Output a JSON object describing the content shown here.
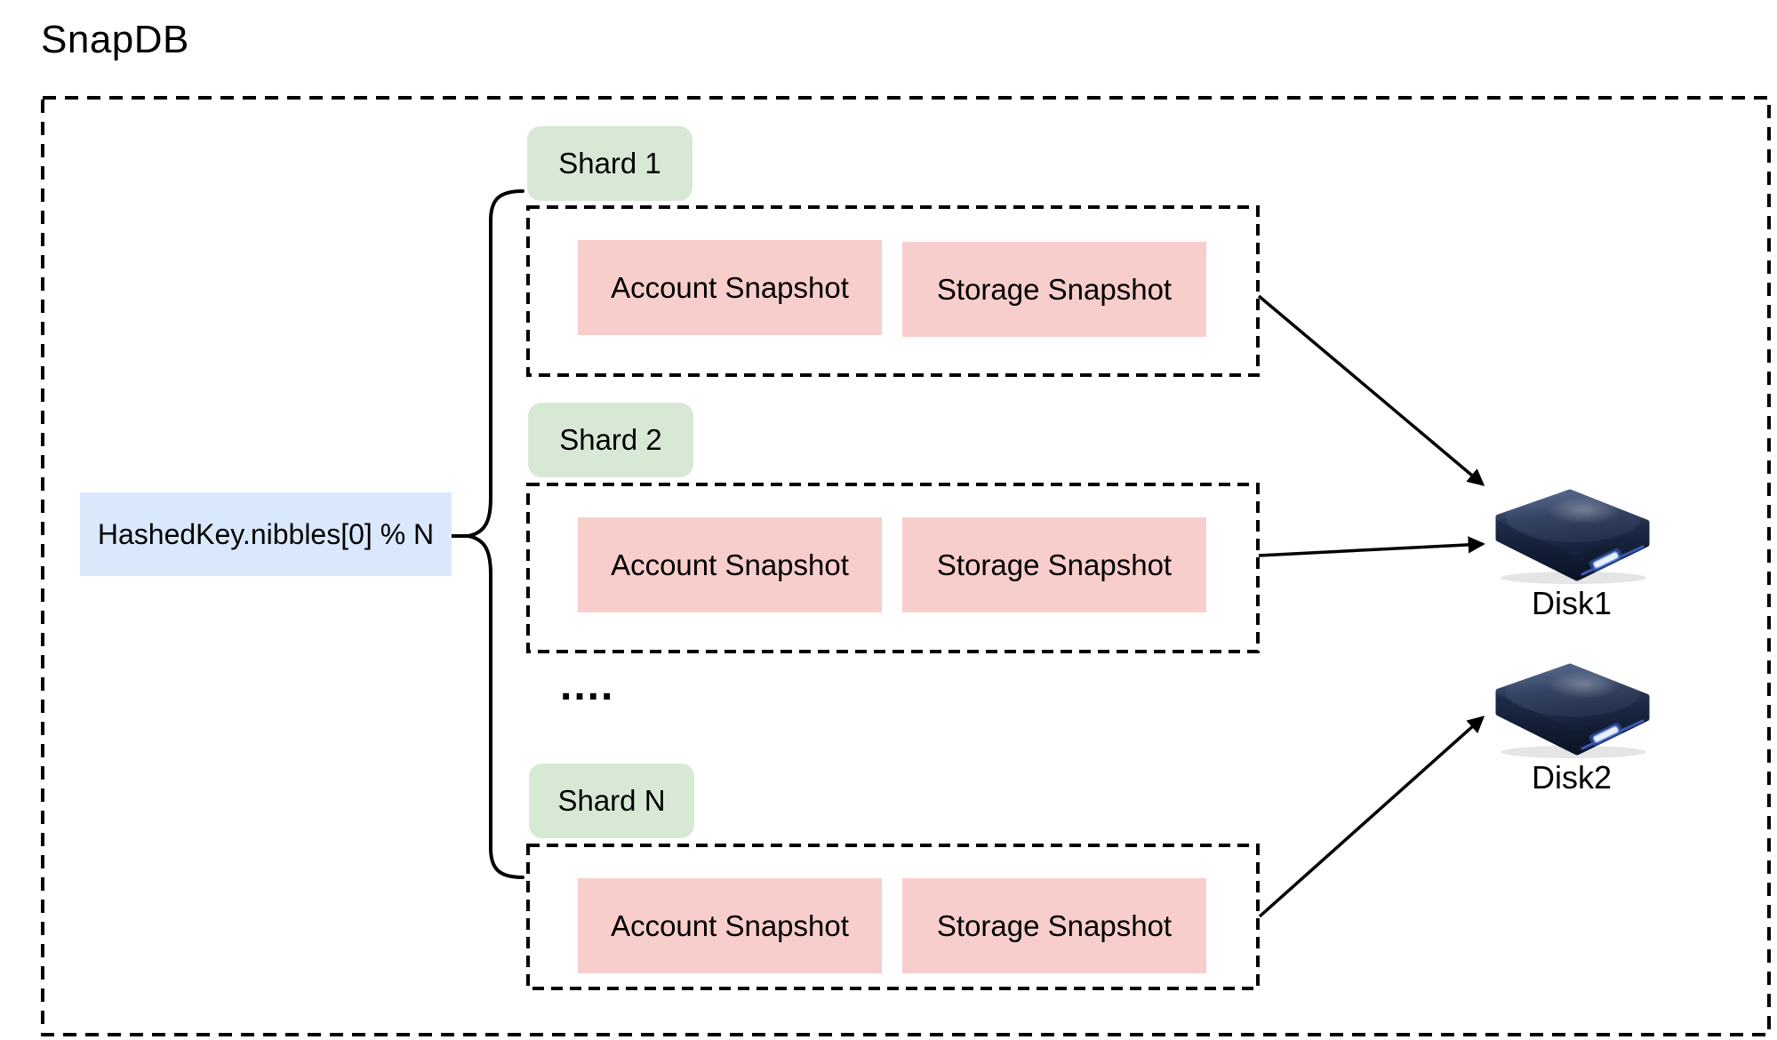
{
  "title": "SnapDB",
  "hash_box_label": "HashedKey.nibbles[0] % N",
  "ellipsis": "....",
  "shards": [
    {
      "label": "Shard 1",
      "account": "Account Snapshot",
      "storage": "Storage Snapshot"
    },
    {
      "label": "Shard 2",
      "account": "Account Snapshot",
      "storage": "Storage Snapshot"
    },
    {
      "label": "Shard N",
      "account": "Account Snapshot",
      "storage": "Storage Snapshot"
    }
  ],
  "disks": [
    {
      "label": "Disk1"
    },
    {
      "label": "Disk2"
    }
  ],
  "colors": {
    "shard_green": "#d7e9d5",
    "snapshot_pink": "#f7cecb",
    "hash_blue": "#dae8fc",
    "line_black": "#000000",
    "disk_navy": "#1d2a44",
    "disk_led": "#e8efff"
  }
}
